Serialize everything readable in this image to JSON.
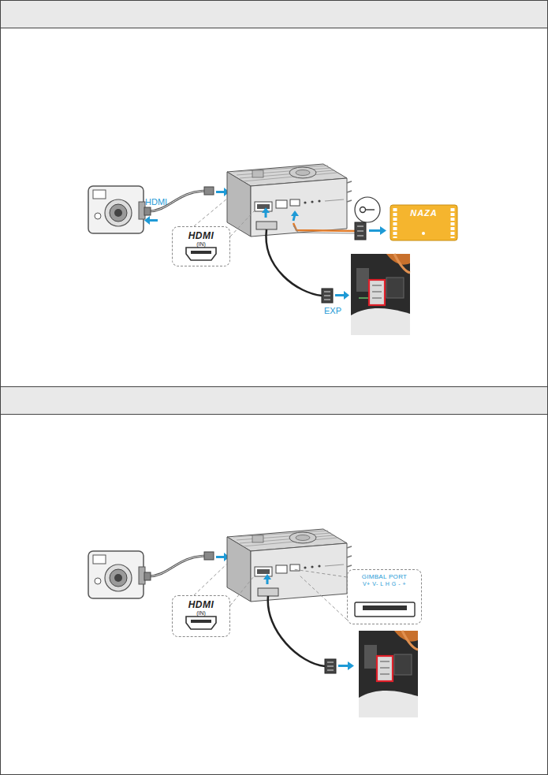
{
  "diagram": {
    "nodes": [
      {
        "text": [
          "HDMI",
          "(IN)"
        ]
      },
      {
        "text": [
          "NAZA"
        ]
      },
      {
        "text": [
          "HDMI",
          "(IN)"
        ]
      },
      {
        "text": [
          "GIMBAL PORT",
          "V+ V- L H G - +"
        ]
      }
    ],
    "labels": [
      "HDMI",
      "EXP"
    ]
  }
}
